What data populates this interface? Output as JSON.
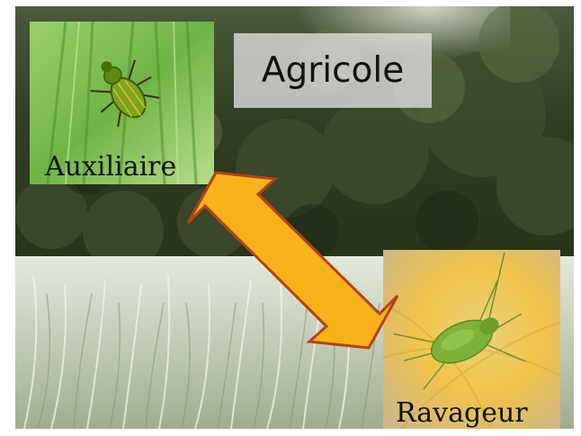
{
  "title": "Agricole",
  "photo_top_left": {
    "caption": "Auxiliaire",
    "subject": "green ground beetle on grass"
  },
  "photo_bottom_right": {
    "caption": "Ravageur",
    "subject": "green aphid on leaf"
  },
  "arrow": {
    "fill": "#f7b21a",
    "stroke": "#b5421b",
    "direction": "bidirectional"
  },
  "background": {
    "subject": "wheat field in front of a forest"
  }
}
